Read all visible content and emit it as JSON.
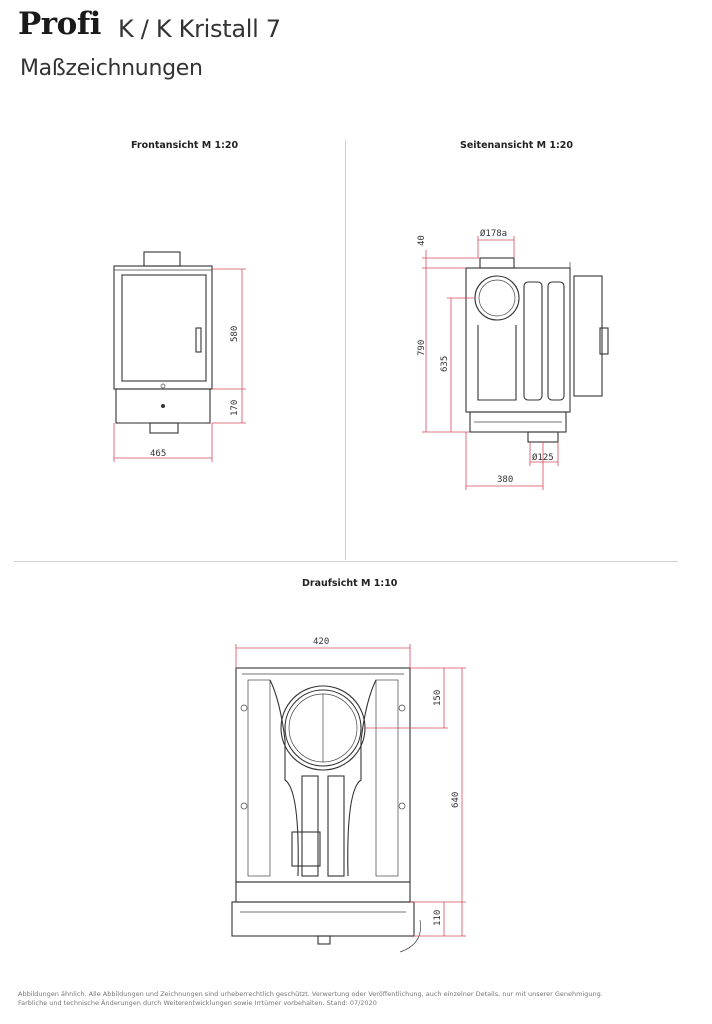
{
  "header": {
    "brand": "Profi",
    "model": "K / K Kristall 7",
    "subtitle": "Maßzeichnungen"
  },
  "views": {
    "front": {
      "title": "Frontansicht M 1:20",
      "dims": {
        "width": "465",
        "door_height": "580",
        "base_height": "170"
      }
    },
    "side": {
      "title": "Seitenansicht M 1:20",
      "dims": {
        "top_offset": "40",
        "flue_top": "Ø178a",
        "total_height": "790",
        "flue_height": "635",
        "air_inlet": "Ø125",
        "depth": "380"
      }
    },
    "top": {
      "title": "Draufsicht M 1:10",
      "dims": {
        "width": "420",
        "depth": "640",
        "flue_offset": "150",
        "front_depth": "110"
      }
    }
  },
  "footer": {
    "line1": "Abbildungen ähnlich. Alle Abbildungen und Zeichnungen sind urheberrechtlich geschützt. Verwertung oder Veröffentlichung, auch einzelner Details, nur mit unserer Genehmigung.",
    "line2": "Farbliche und technische Änderungen durch Weiterentwicklungen sowie Irrtümer vorbehalten. Stand: 07/2020"
  }
}
